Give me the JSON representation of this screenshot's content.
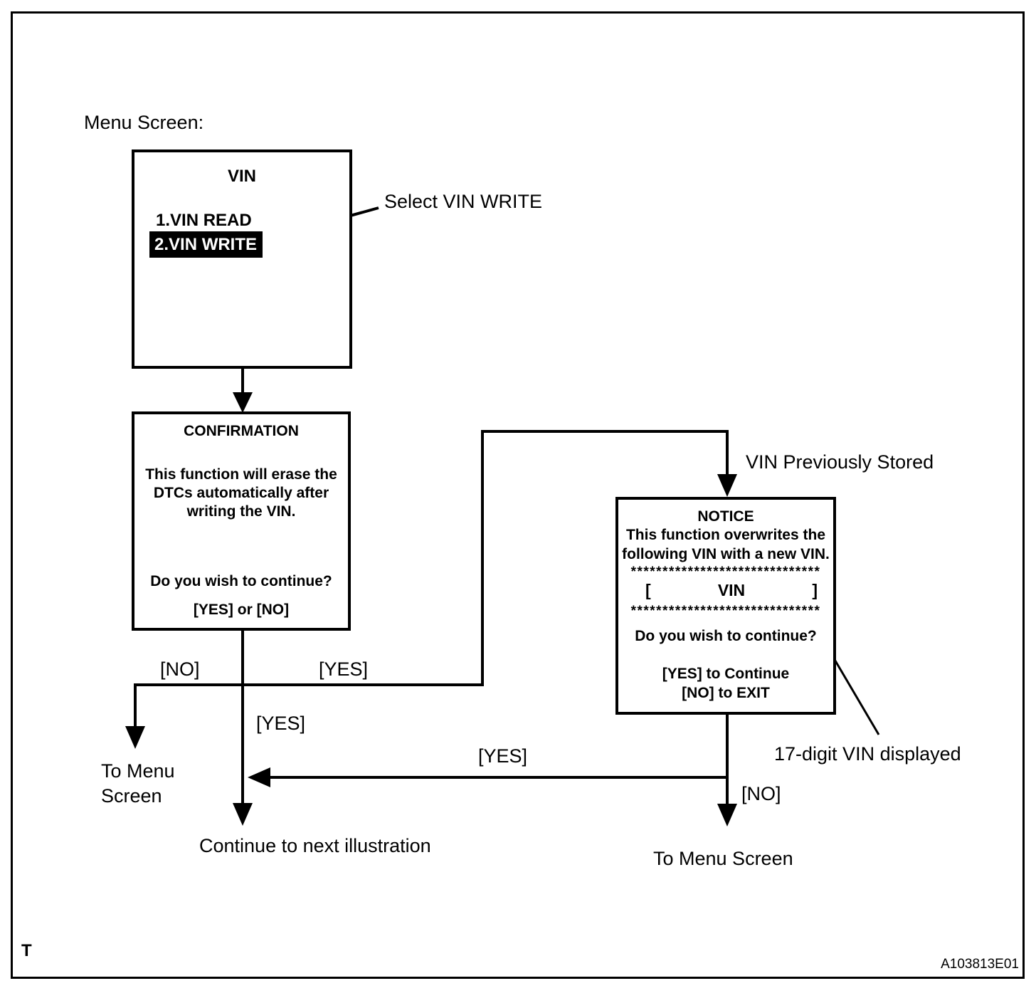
{
  "page": {
    "menu_screen_label": "Menu Screen:",
    "corner_letter": "T",
    "figure_id": "A103813E01"
  },
  "vin_screen": {
    "title": "VIN",
    "item_read": "1.VIN READ",
    "item_write": "2.VIN WRITE"
  },
  "confirmation_screen": {
    "title": "CONFIRMATION",
    "body_line1": "This function will erase the",
    "body_line2": "DTCs automatically after",
    "body_line3": "writing the VIN.",
    "question": "Do you wish to continue?",
    "options": "[YES] or [NO]"
  },
  "notice_screen": {
    "title": "NOTICE",
    "body_line1": "This function overwrites the",
    "body_line2": "following VIN with a new VIN.",
    "stars_row": "******************************",
    "vin_left_bracket": "[",
    "vin_label": "VIN",
    "vin_right_bracket": "]",
    "question": "Do you wish to continue?",
    "yes_option": "[YES] to Continue",
    "no_option": "[NO] to EXIT"
  },
  "flow_labels": {
    "no_left": "[NO]",
    "yes_right": "[YES]",
    "yes_center": "[YES]",
    "yes_return": "[YES]",
    "no_notice": "[NO]"
  },
  "annotations": {
    "select_vin_write": "Select VIN WRITE",
    "vin_previously_stored": "VIN Previously Stored",
    "seventeen_digit_vin": "17-digit VIN displayed",
    "to_menu_left_line1": "To Menu",
    "to_menu_left_line2": "Screen",
    "continue_next": "Continue to next illustration",
    "to_menu_right": "To Menu Screen"
  },
  "colors": {
    "ink": "#000000",
    "paper": "#ffffff"
  }
}
